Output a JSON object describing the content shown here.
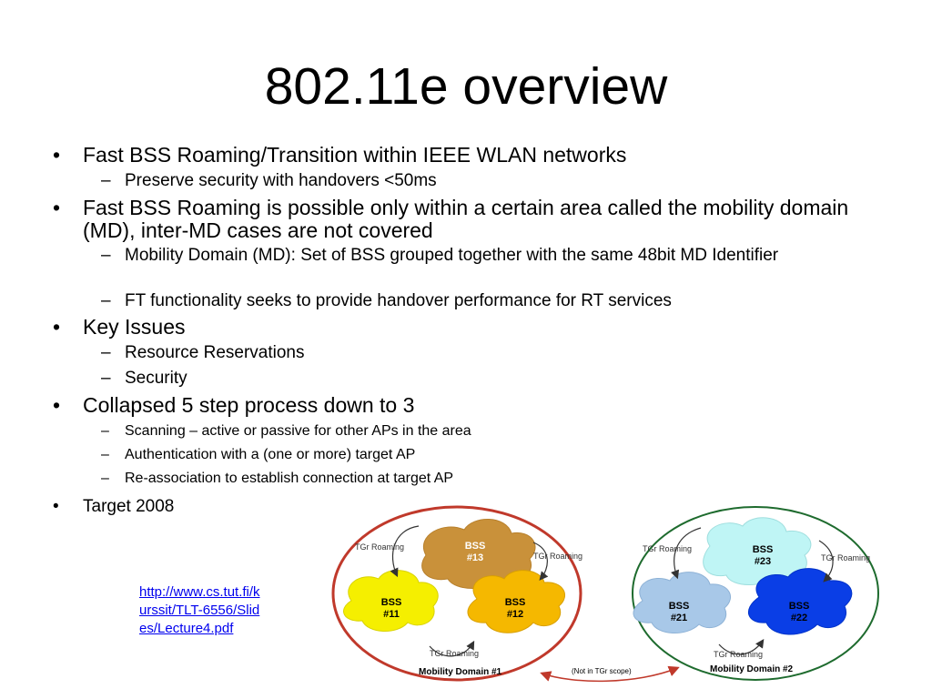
{
  "title": "802.11e overview",
  "bullets": [
    {
      "text": "Fast BSS Roaming/Transition within IEEE WLAN networks"
    },
    {
      "text": "Preserve security with handovers <50ms"
    },
    {
      "text": "Fast BSS Roaming is possible only within a certain area called the mobility domain (MD), inter-MD cases are not covered"
    },
    {
      "text": "Mobility Domain (MD): Set of BSS grouped together with the same 48bit MD Identifier"
    },
    {
      "text": "FT functionality seeks to provide handover performance for RT services"
    },
    {
      "text": "Key Issues"
    },
    {
      "text": "Resource Reservations"
    },
    {
      "text": "Security"
    },
    {
      "text": "Collapsed 5 step process down to 3"
    },
    {
      "text": "Scanning – active or passive for other APs in the area"
    },
    {
      "text": "Authentication with a (one or more) target AP"
    },
    {
      "text": "Re-association to establish connection at target AP"
    },
    {
      "text": "Target 2008"
    }
  ],
  "marks": {
    "bullet": "•",
    "dash": "–"
  },
  "link": "http://www.cs.tut.fi/kurssit/TLT-6556/Slides/Lecture4.pdf",
  "diagram": {
    "domain1": {
      "label": "Mobility Domain #1",
      "bss": [
        {
          "line1": "BSS",
          "line2": "#13"
        },
        {
          "line1": "BSS",
          "line2": "#11"
        },
        {
          "line1": "BSS",
          "line2": "#12"
        }
      ],
      "roaming": [
        "TGr Roaming",
        "TGr Roaming",
        "TGr Roaming"
      ]
    },
    "domain2": {
      "label": "Mobility Domain #2",
      "bss": [
        {
          "line1": "BSS",
          "line2": "#23"
        },
        {
          "line1": "BSS",
          "line2": "#21"
        },
        {
          "line1": "BSS",
          "line2": "#22"
        }
      ],
      "roaming": [
        "TGr Roaming",
        "TGr Roaming",
        "TGr Roaming"
      ]
    },
    "inter_md": "(Not in TGr scope)",
    "colors": {
      "domain1_border": "#c0392b",
      "domain2_border": "#1e6b2e",
      "bss13": "#c9913a",
      "bss11": "#f5ef00",
      "bss12": "#f5b800",
      "bss23": "#bff5f5",
      "bss21": "#a8c8e8",
      "bss22": "#0a3ee6"
    }
  }
}
